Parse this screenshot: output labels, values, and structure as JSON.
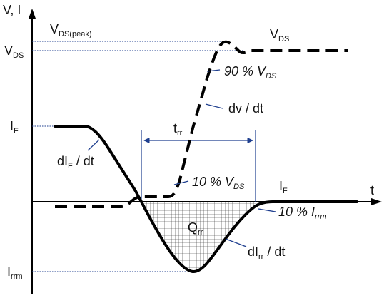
{
  "axes": {
    "y_label": "V, I",
    "x_label": "t"
  },
  "labels": {
    "vds_peak": {
      "main": "V",
      "sub": "DS(peak)"
    },
    "vds_axis": {
      "main": "V",
      "sub": "DS"
    },
    "vds_curve": {
      "main": "V",
      "sub": "DS"
    },
    "if_axis": {
      "main": "I",
      "sub": "F"
    },
    "if_curve": {
      "main": "I",
      "sub": "F"
    },
    "irrm_axis": {
      "main": "I",
      "sub": "rrm"
    },
    "dif_dt": {
      "pre": "dI",
      "sub": "F",
      "post": " / dt"
    },
    "trr": {
      "main": "t",
      "sub": "rr"
    },
    "qrr": {
      "main": "Q",
      "sub": "rr"
    },
    "dirr_dt": {
      "pre": "dI",
      "sub": "rr",
      "post": " / dt"
    },
    "dv_dt": "dv / dt",
    "pct90_vds": {
      "pre": "90 % ",
      "main": "V",
      "sub": "DS"
    },
    "pct10_vds": {
      "pre": "10 % ",
      "main": "V",
      "sub": "DS"
    },
    "pct10_irrm": {
      "pre": "10 % ",
      "main": "I",
      "sub": "rrm"
    }
  },
  "colors": {
    "curve": "#000000",
    "guide": "#1f3f8f",
    "hatch": "#333333"
  }
}
